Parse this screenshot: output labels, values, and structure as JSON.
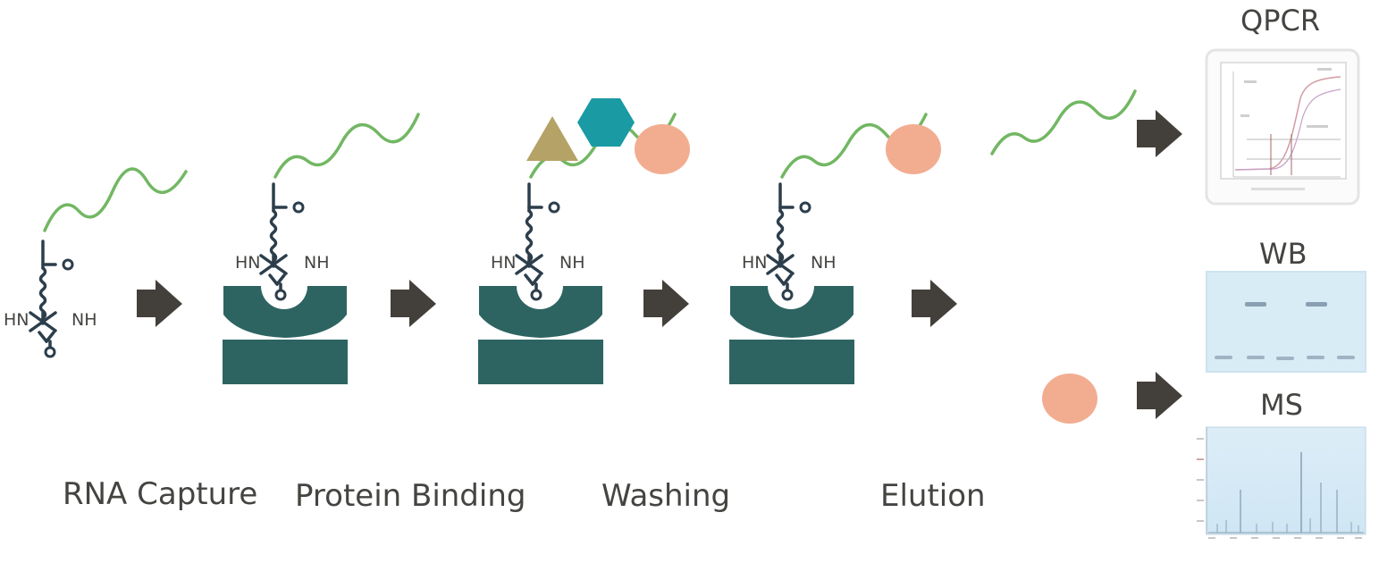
{
  "steps": [
    {
      "label": "RNA Capture"
    },
    {
      "label": "Protein Binding"
    },
    {
      "label": "Washing"
    },
    {
      "label": "Elution"
    }
  ],
  "biotin": {
    "left_text": "HN",
    "right_text": "NH"
  },
  "outputs": [
    {
      "label": "QPCR",
      "panel": "qpcr-amplification-plot"
    },
    {
      "label": "WB",
      "panel": "western-blot-gel"
    },
    {
      "label": "MS",
      "panel": "mass-spectrum"
    }
  ],
  "colors": {
    "rna": "#72b763",
    "linker": "#2c3e4b",
    "bead": "#2d6462",
    "arrow": "#43403b",
    "protein_triangle": "#b5a266",
    "protein_hexagon": "#1a9aa3",
    "protein_circle": "#f2ad91",
    "panel_bg": "#d8ecf6",
    "text": "#444441"
  }
}
